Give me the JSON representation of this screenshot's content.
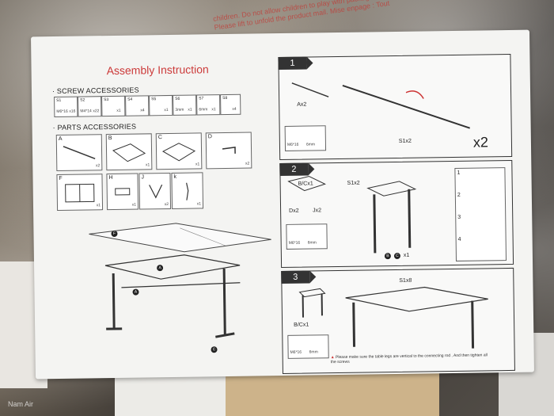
{
  "background": {
    "red_print_text": "children. Do not allow children to play with packaging materials. Please lift to unfold the product mail. Mise enpage : Tout"
  },
  "sheet": {
    "title": "Assembly Instruction",
    "screw_section": {
      "heading": "SCREW ACCESSORIES",
      "items": [
        {
          "id": "S1",
          "spec": "M6*16",
          "qty": "x16"
        },
        {
          "id": "S2",
          "spec": "M4*14",
          "qty": "x22"
        },
        {
          "id": "S3",
          "spec": "",
          "qty": "x1"
        },
        {
          "id": "S4",
          "spec": "",
          "qty": "x4"
        },
        {
          "id": "S5",
          "spec": "",
          "qty": "x1"
        },
        {
          "id": "S6",
          "spec": "3mm",
          "qty": "x1"
        },
        {
          "id": "S7",
          "spec": "6mm",
          "qty": "x1"
        },
        {
          "id": "S8",
          "spec": "",
          "qty": "x4"
        }
      ]
    },
    "parts_section": {
      "heading": "PARTS ACCESSORIES",
      "items": [
        {
          "id": "A",
          "qty": "x2"
        },
        {
          "id": "B",
          "qty": "x1"
        },
        {
          "id": "C",
          "qty": "x1"
        },
        {
          "id": "D",
          "qty": "x2"
        },
        {
          "id": "F",
          "qty": "x1"
        },
        {
          "id": "H",
          "qty": "x1"
        },
        {
          "id": "J",
          "qty": "x2"
        },
        {
          "id": "k",
          "qty": "x1"
        }
      ]
    },
    "step1": {
      "num": "1",
      "part_label": "Ax2",
      "screw_label": "S1x2",
      "multiplier": "x2",
      "screw_a": "M6*16",
      "screw_b": "6mm"
    },
    "step2": {
      "num": "2",
      "part_label": "B/Cx1",
      "d_label": "Dx2",
      "j_label": "Jx2",
      "screw_label": "S1x2",
      "qty_label": "x1",
      "sub_steps": [
        "1",
        "2",
        "3",
        "4"
      ],
      "screw_a": "M6*16",
      "screw_b": "6mm"
    },
    "step3": {
      "num": "3",
      "part_label": "B/Cx1",
      "screw_label": "S1x8",
      "screw_a": "M6*16",
      "screw_b": "6mm",
      "warning": "Please make sure the table legs are vertical to the connecting rod , And then tighten all the screws"
    }
  },
  "watermark": "Nam Air"
}
